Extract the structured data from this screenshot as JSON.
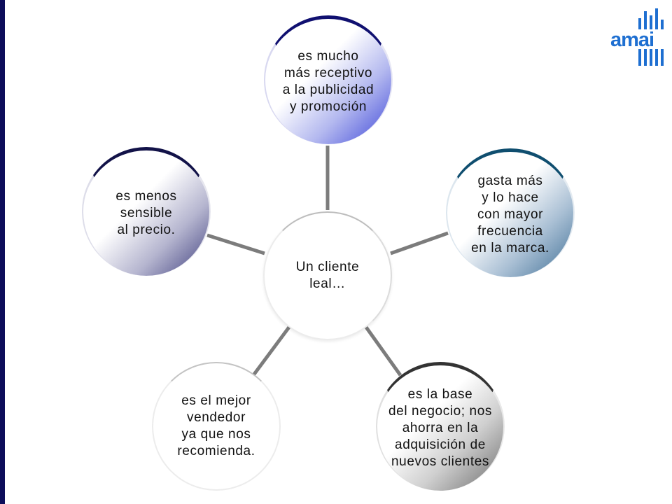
{
  "logo": {
    "text": "amai",
    "color": "#1e6fd1"
  },
  "diagram": {
    "center": {
      "label": "Un cliente\nleal…"
    },
    "nodes": {
      "top": {
        "label": "es mucho\nmás receptivo\na la publicidad\ny promoción"
      },
      "right": {
        "label": "gasta más\ny lo hace\ncon mayor\nfrecuencia\nen la marca."
      },
      "left": {
        "label": "es menos\nsensible\nal precio."
      },
      "bottom_left": {
        "label": "es el mejor\nvendedor\nya que nos\nrecomienda."
      },
      "bottom_right": {
        "label": "es la base\ndel negocio; nos\nahorra en la\nadquisición de\nnuevos clientes"
      }
    },
    "colors": {
      "connector": "#7c7c7c",
      "frame_bar": "#0d0d5a",
      "top_accent": "#3b45d8",
      "right_accent": "#3d6d94",
      "left_accent": "#3c3c7c",
      "bottom_right_accent": "#6b6b6b"
    }
  }
}
